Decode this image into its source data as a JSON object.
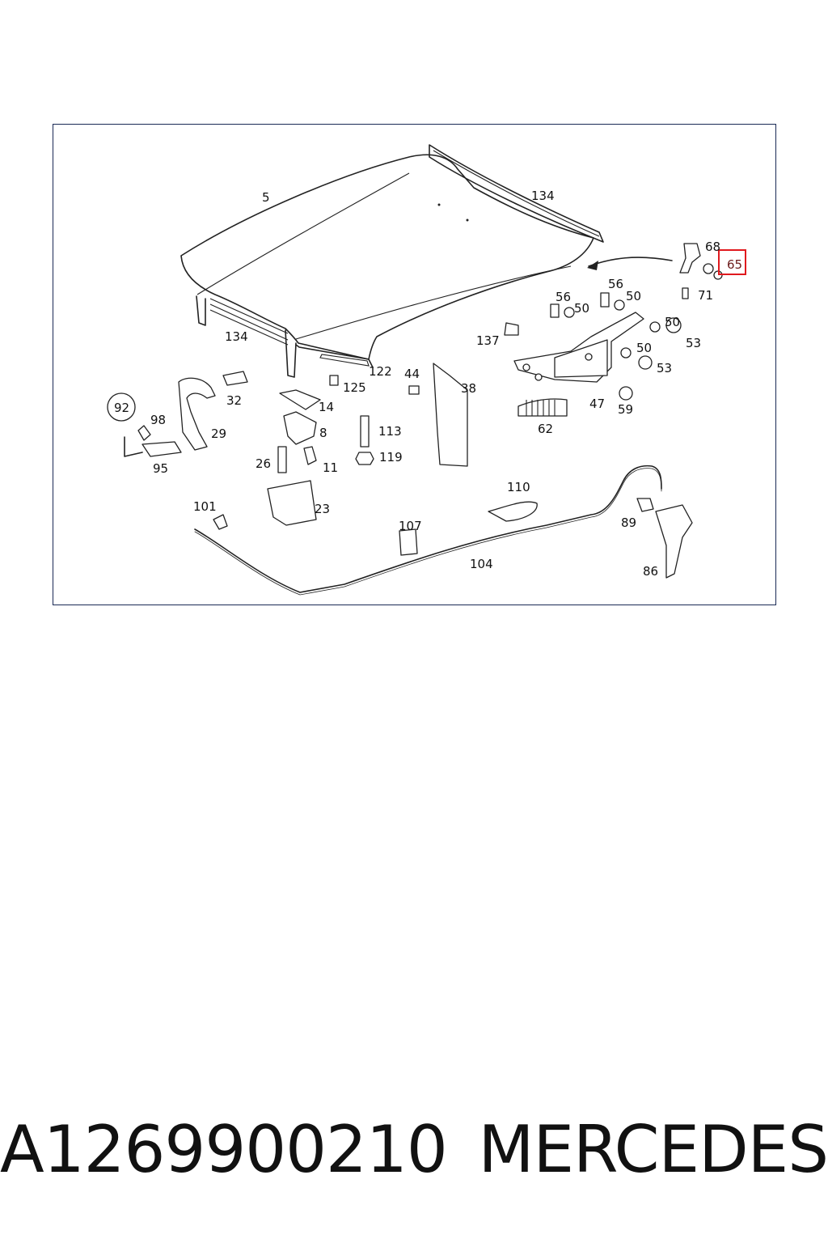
{
  "diagram": {
    "labels": [
      "5",
      "134",
      "134",
      "68",
      "65",
      "71",
      "56",
      "56",
      "50",
      "50",
      "50",
      "50",
      "53",
      "53",
      "137",
      "47",
      "59",
      "62",
      "38",
      "44",
      "122",
      "125",
      "14",
      "8",
      "113",
      "119",
      "11",
      "26",
      "23",
      "32",
      "29",
      "92",
      "98",
      "95",
      "101",
      "107",
      "104",
      "110",
      "89",
      "86"
    ],
    "highlighted_label": "65",
    "highlight_color": "#e0191e"
  },
  "footer": {
    "part_number": "A1269900210",
    "brand": "MERCEDES"
  }
}
